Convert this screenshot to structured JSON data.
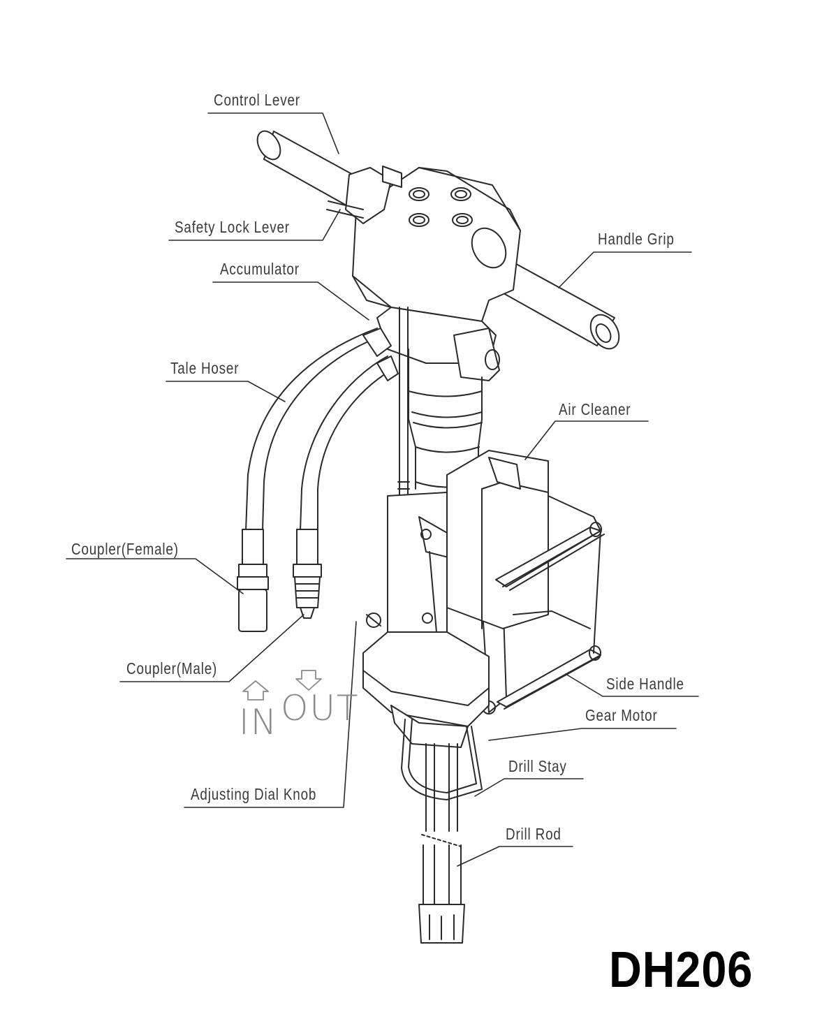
{
  "diagram": {
    "model": "DH206",
    "labels": {
      "control_lever": "Control Lever",
      "safety_lock_lever": "Safety Lock Lever",
      "accumulator": "Accumulator",
      "handle_grip": "Handle Grip",
      "tale_hoser": "Tale Hoser",
      "air_cleaner": "Air Cleaner",
      "coupler_female": "Coupler(Female)",
      "coupler_male": "Coupler(Male)",
      "side_handle": "Side Handle",
      "gear_motor": "Gear Motor",
      "drill_stay": "Drill Stay",
      "adjusting_dial_knob": "Adjusting Dial Knob",
      "drill_rod": "Drill Rod"
    },
    "flow": {
      "in": "IN",
      "out": "OUT"
    },
    "colors": {
      "line": "#2a2a2a",
      "label_text": "#3a3a3a",
      "io_text": "#8a8a8a",
      "model_text": "#000000"
    }
  }
}
